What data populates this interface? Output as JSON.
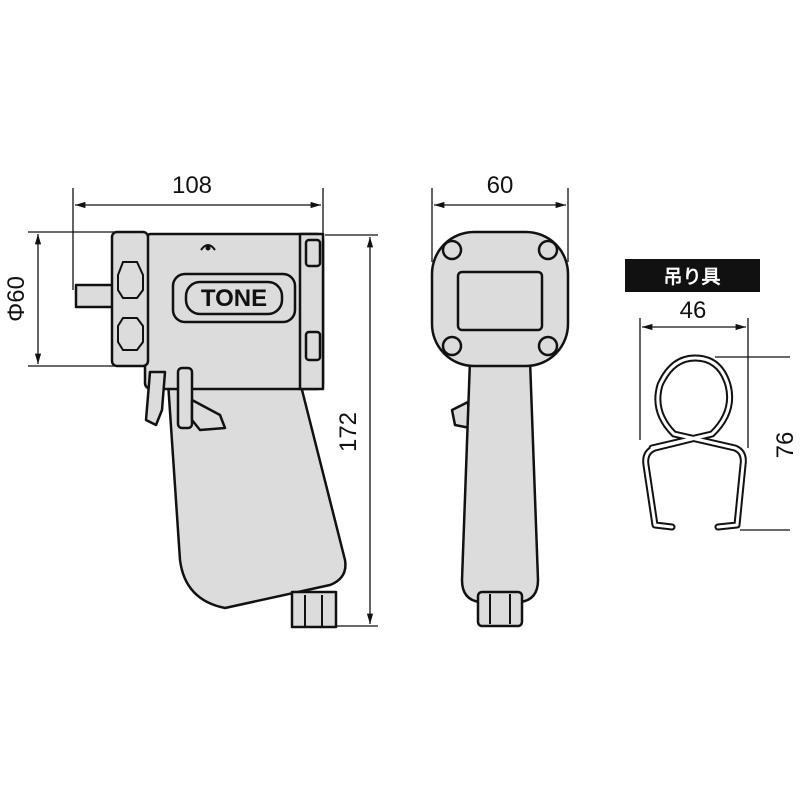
{
  "side_view": {
    "width_label": "108",
    "head_diameter_label": "Φ60",
    "height_label": "172",
    "logo_text": "TONE"
  },
  "front_view": {
    "width_label": "60"
  },
  "hanger": {
    "title": "吊り具",
    "width_label": "46",
    "height_label": "76"
  }
}
